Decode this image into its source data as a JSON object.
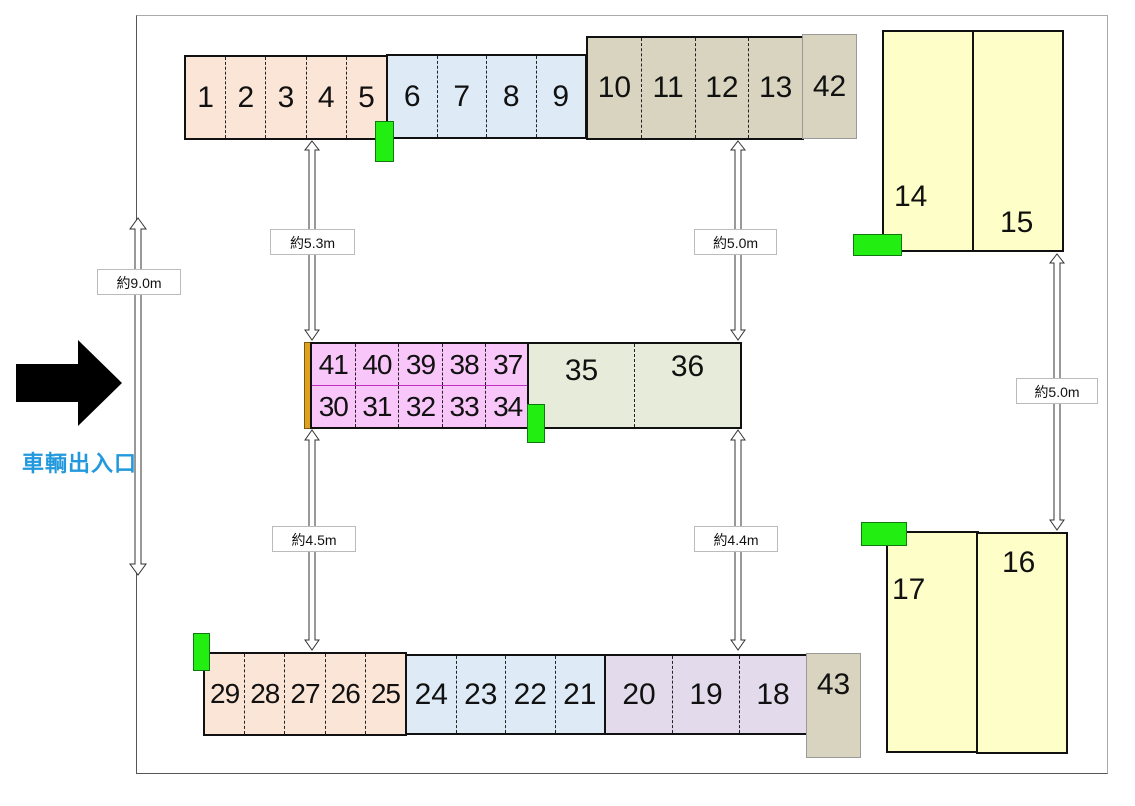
{
  "entrance_label": "車輌出入口",
  "distances": {
    "left_total": "約9.0m",
    "top_left": "約5.3m",
    "top_right": "約5.0m",
    "right": "約5.0m",
    "bottom_left": "約4.5m",
    "bottom_right": "約4.4m"
  },
  "top_row": {
    "peach": [
      "1",
      "2",
      "3",
      "4",
      "5"
    ],
    "blue": [
      "6",
      "7",
      "8",
      "9"
    ],
    "khaki": [
      "10",
      "11",
      "12",
      "13"
    ],
    "extra": "42"
  },
  "middle": {
    "upper": [
      "41",
      "40",
      "39",
      "38",
      "37"
    ],
    "lower": [
      "30",
      "31",
      "32",
      "33",
      "34"
    ],
    "green": [
      "35",
      "36"
    ]
  },
  "bottom_row": {
    "peach": [
      "29",
      "28",
      "27",
      "26",
      "25"
    ],
    "blue": [
      "24",
      "23",
      "22",
      "21"
    ],
    "lavender": [
      "20",
      "19",
      "18"
    ],
    "extra": "43"
  },
  "large_spaces": {
    "upper_left": "14",
    "upper_right": "15",
    "lower_left": "17",
    "lower_right": "16"
  },
  "colors": {
    "peach": "#fbe5d6",
    "blue": "#deebf7",
    "khaki": "#d9d4bf",
    "pink": "#f8c6f8",
    "pale_green": "#e6ecd9",
    "lavender": "#e3dbeb",
    "yellow": "#fefec8",
    "marker_green": "#22ee11",
    "entrance_blue": "#2299dd"
  }
}
